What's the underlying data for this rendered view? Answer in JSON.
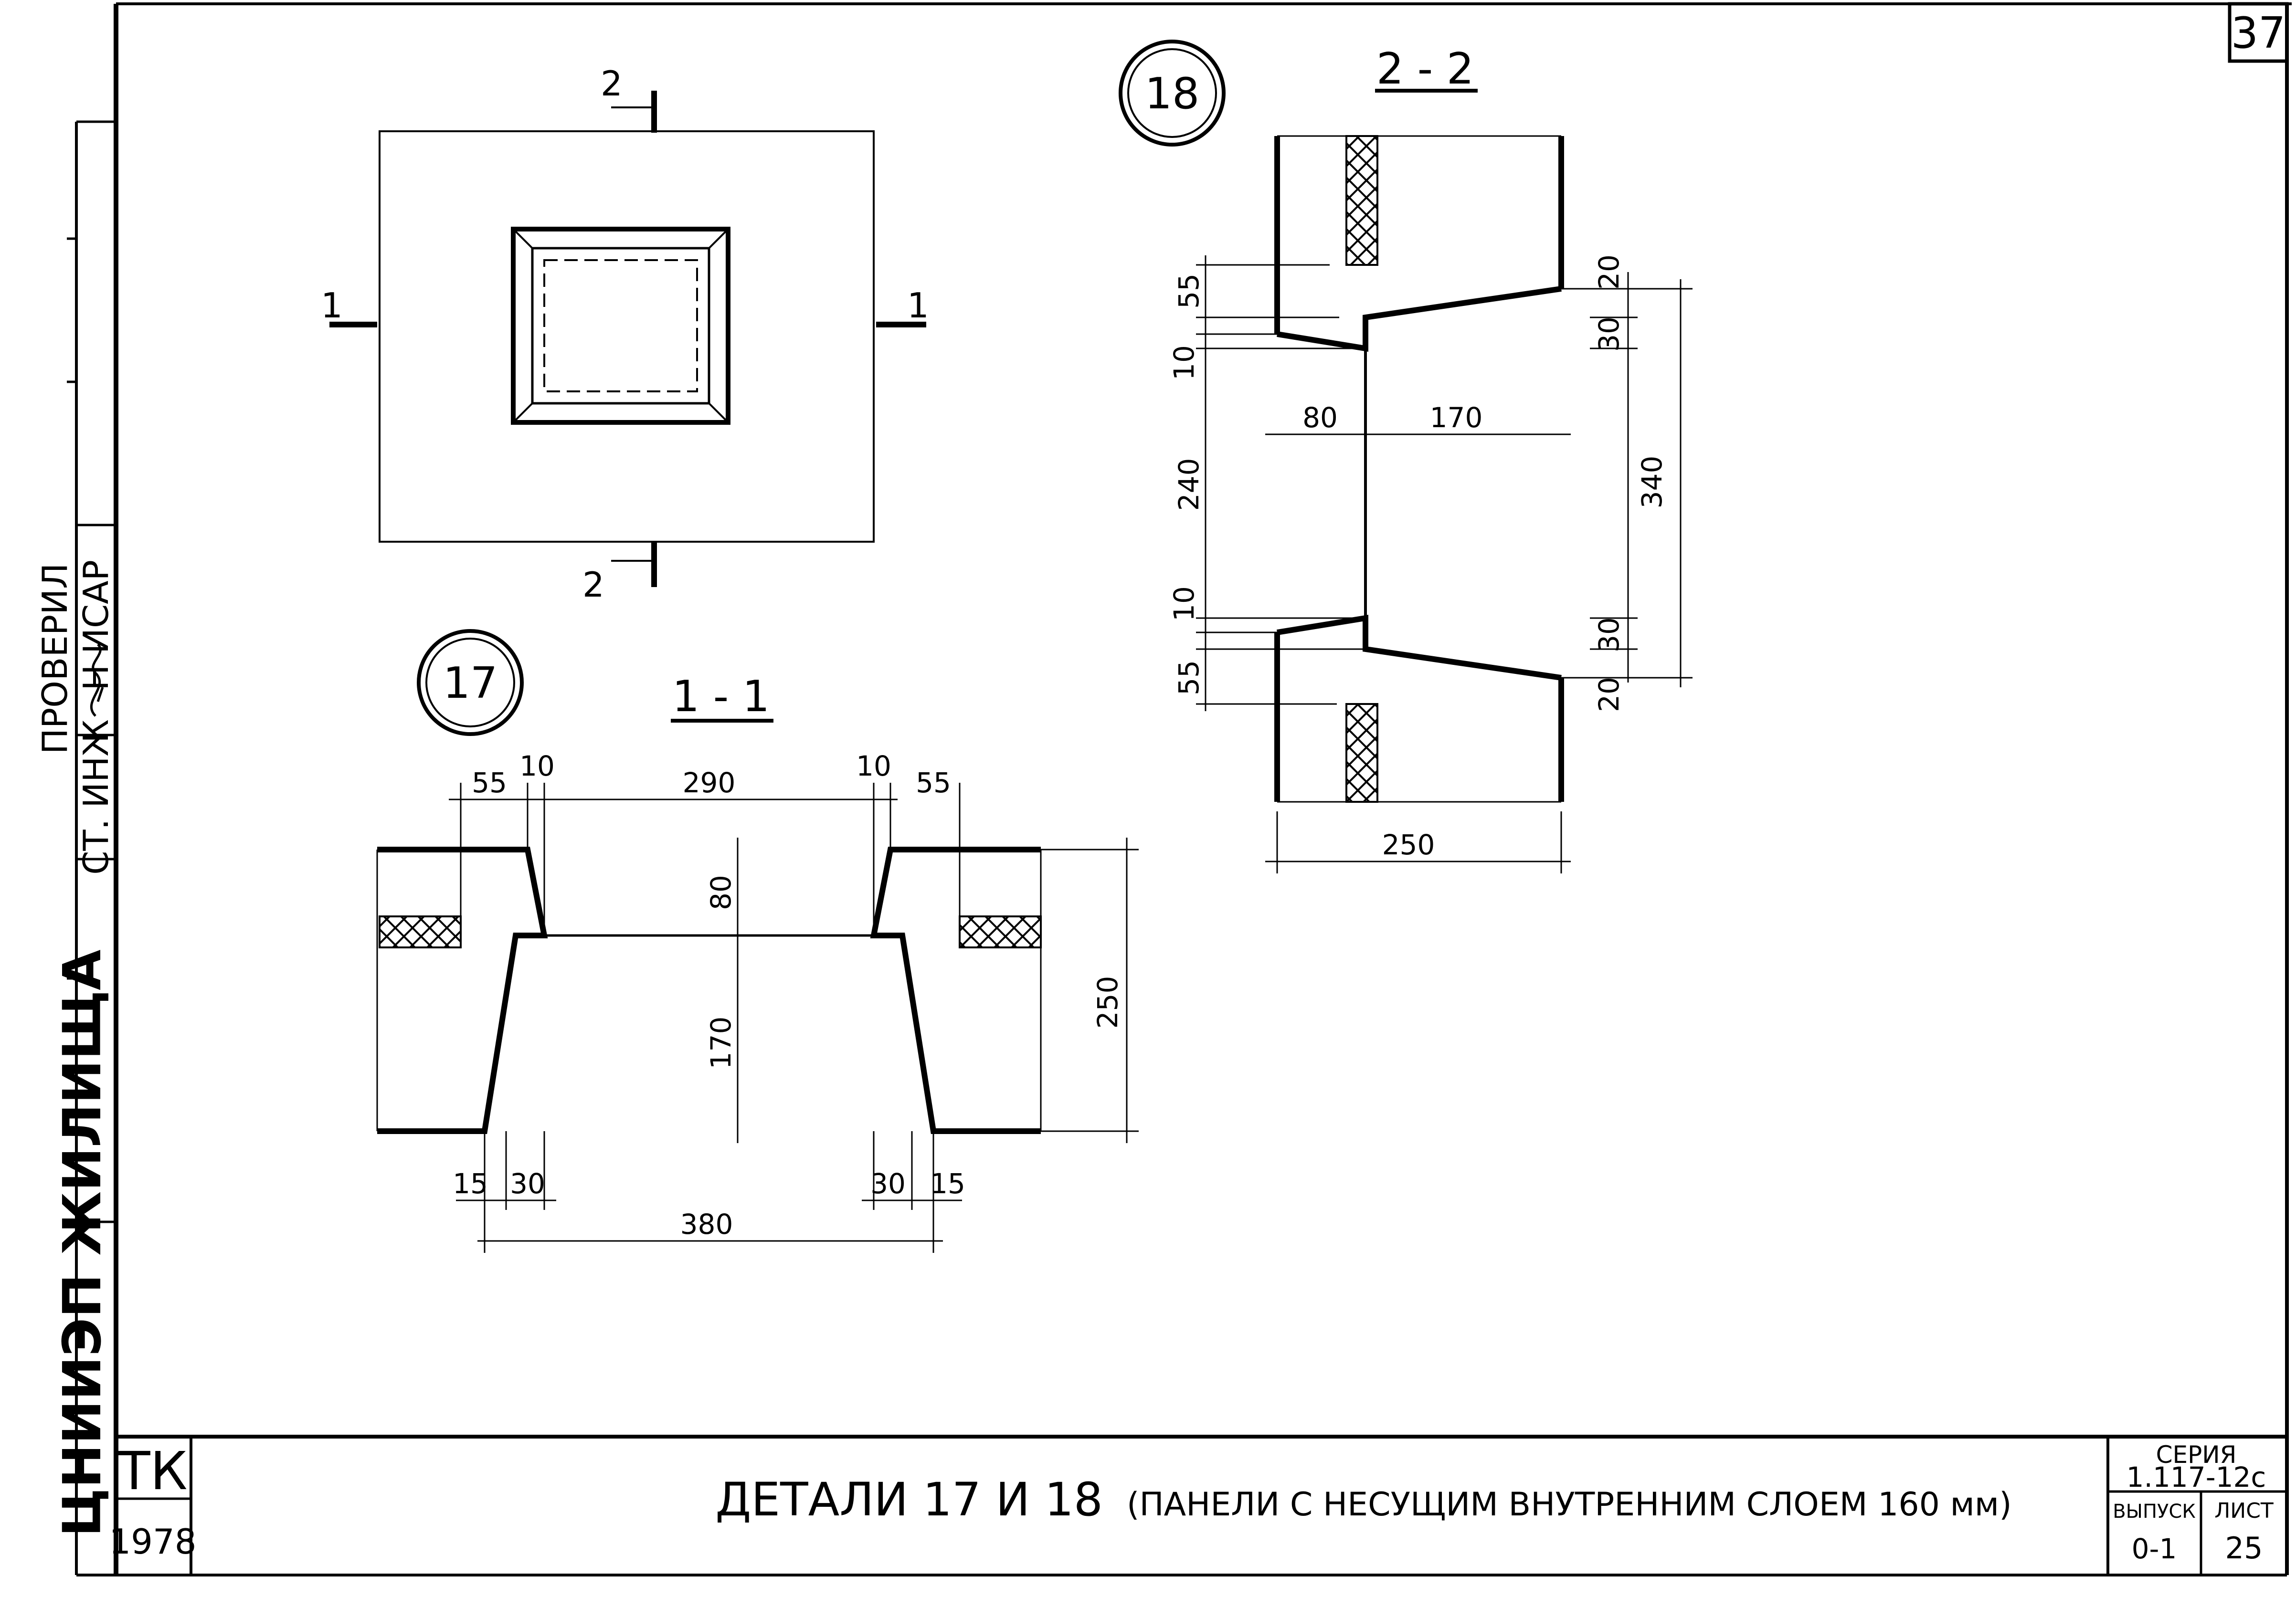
{
  "sheet": {
    "corner_number": "37",
    "side_stamp": {
      "org_vertical": "ЦНИИЭП ЖИЛИЩА",
      "role_1": "СТ. ИНЖ",
      "role_2": "ПРОВЕРИЛ",
      "name": "Н ИСАР"
    }
  },
  "plan": {
    "section_mark_top": "2",
    "section_mark_bottom": "2",
    "section_mark_left": "1",
    "section_mark_right": "1"
  },
  "detail_17": {
    "number": "17",
    "section_title": "1 - 1",
    "dimensions": {
      "top_left_55": "55",
      "top_left_10": "10",
      "top_mid_290": "290",
      "top_right_10": "10",
      "top_right_55": "55",
      "v_80": "80",
      "v_170": "170",
      "v_250": "250",
      "bot_left_15": "15",
      "bot_left_30": "30",
      "bot_right_30": "30",
      "bot_right_15": "15",
      "bot_380": "380"
    }
  },
  "detail_18": {
    "number": "18",
    "section_title": "2 - 2",
    "dimensions": {
      "left_55_top": "55",
      "left_10_top": "10",
      "left_240": "240",
      "left_10_bot": "10",
      "left_55_bot": "55",
      "h_80": "80",
      "h_170": "170",
      "right_20_top": "20",
      "right_30_top": "30",
      "right_340": "340",
      "right_30_bot": "30",
      "right_20_bot": "20",
      "bottom_250": "250"
    }
  },
  "title_block": {
    "org": "ТК",
    "year": "1978",
    "title": "ДЕТАЛИ 17 И 18",
    "subtitle": "(ПАНЕЛИ С НЕСУЩИМ ВНУТРЕННИМ СЛОЕМ 160 мм)",
    "series_label": "СЕРИЯ",
    "series_value": "1.117-12с",
    "issue_label": "ВЫПУСК",
    "issue_value": "0-1",
    "sheet_label": "ЛИСТ",
    "sheet_value": "25"
  }
}
